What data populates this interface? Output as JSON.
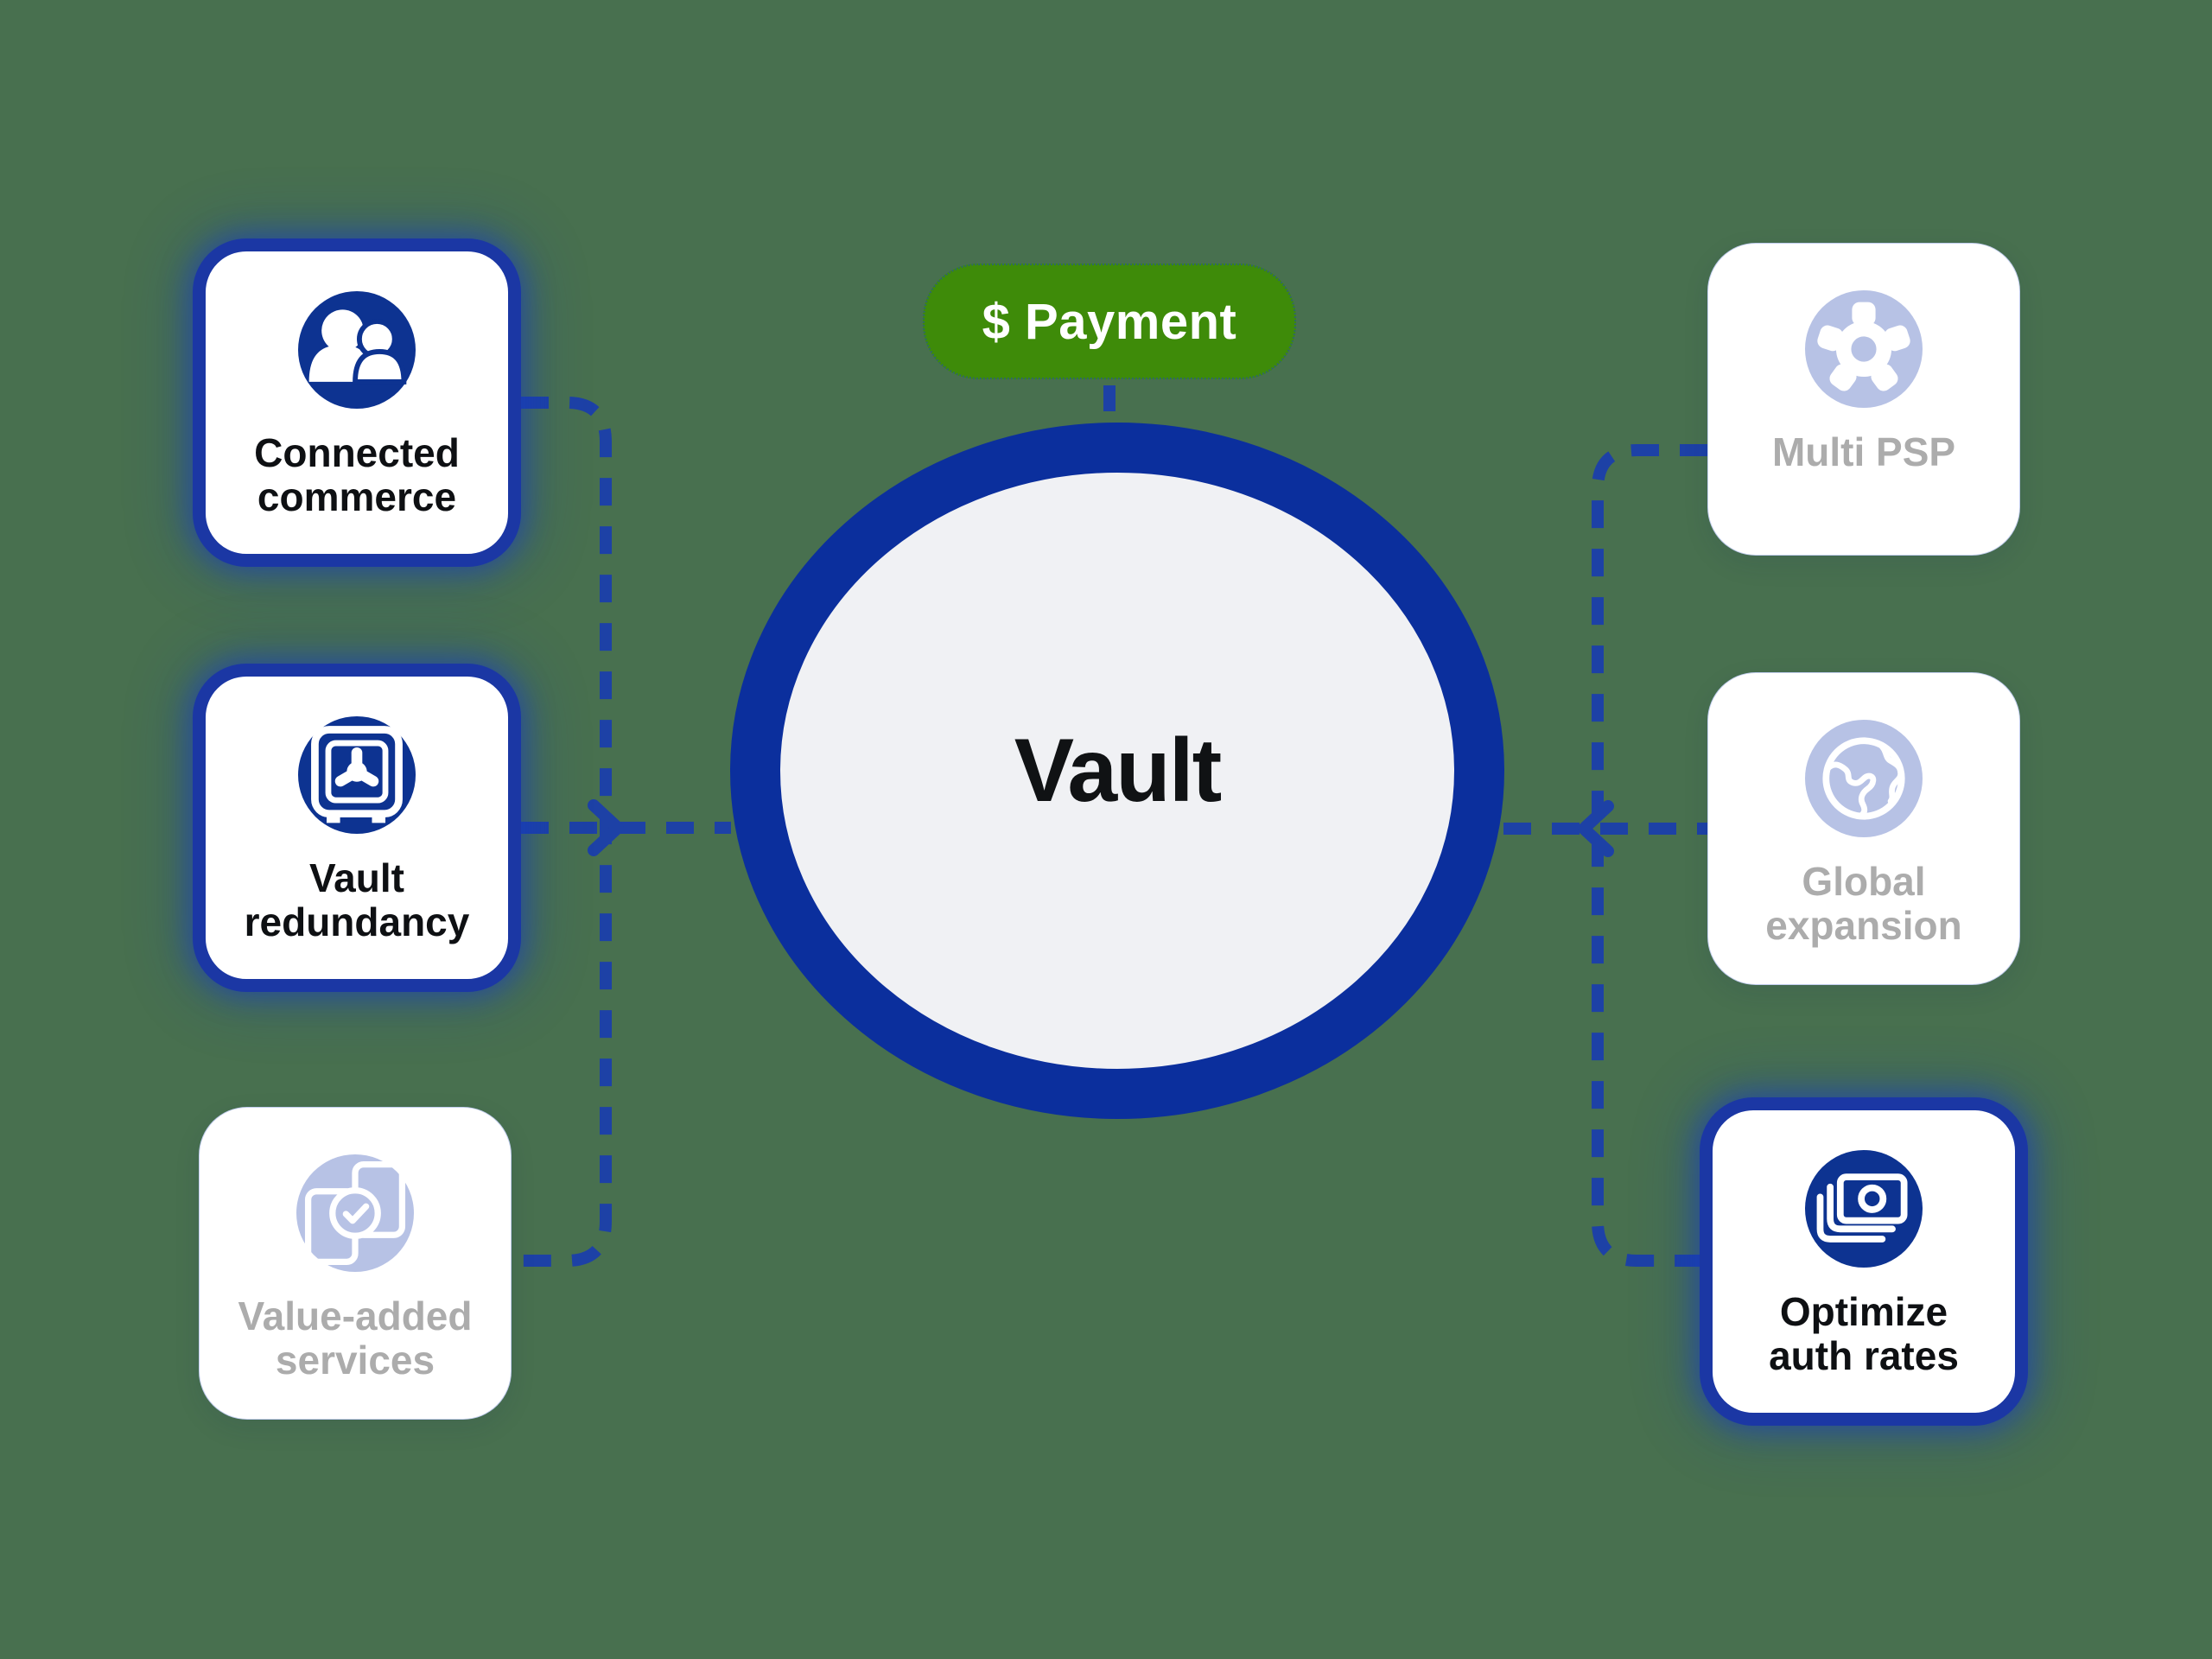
{
  "background_color": "#48704F",
  "badge": {
    "label": "$ Payment",
    "fill_color": "#3E8B09",
    "text_color": "#FFFFFF"
  },
  "center": {
    "label": "Vault",
    "ring_color": "#0B2F9D",
    "inner_color": "#F0F1F4"
  },
  "connectors": {
    "color": "#1D41A6",
    "style": "dashed",
    "left_merge_chevron": "points-right",
    "right_merge_chevron": "points-left"
  },
  "colors": {
    "active_card_border": "#1B37A4",
    "active_icon_circle": "#0D3391",
    "inactive_icon_circle": "#B7C2E5",
    "active_text": "#0E1013",
    "inactive_text": "#ACACAC"
  },
  "cards": [
    {
      "id": "connected-commerce",
      "state": "active",
      "icon": "users-icon",
      "label_lines": [
        "Connected",
        "commerce"
      ]
    },
    {
      "id": "vault-redundancy",
      "state": "active",
      "icon": "safe-icon",
      "label_lines": [
        "Vault",
        "redundancy"
      ]
    },
    {
      "id": "value-added-services",
      "state": "inactive",
      "icon": "documents-check-icon",
      "label_lines": [
        "Value-added",
        "services"
      ]
    },
    {
      "id": "multi-psp",
      "state": "inactive",
      "icon": "gear-icon",
      "label_lines": [
        "Multi PSP"
      ]
    },
    {
      "id": "global-expansion",
      "state": "inactive",
      "icon": "globe-icon",
      "label_lines": [
        "Global",
        "expansion"
      ]
    },
    {
      "id": "optimize-auth-rates",
      "state": "active",
      "icon": "banknotes-icon",
      "label_lines": [
        "Optimize",
        "auth rates"
      ]
    }
  ]
}
